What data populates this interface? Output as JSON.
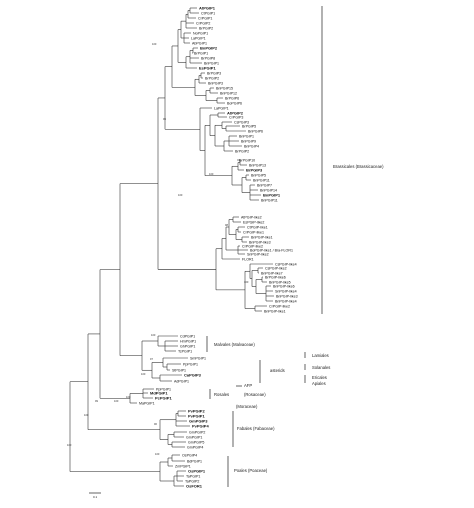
{
  "taxa": [
    {
      "name": "AtPGIP1",
      "bold": true
    },
    {
      "name": "CtPGIP1",
      "bold": false
    },
    {
      "name": "CrPGIP1",
      "bold": false
    },
    {
      "name": "CrPGIP2",
      "bold": false
    },
    {
      "name": "BrPGIP2",
      "bold": false
    },
    {
      "name": "NoPGIP1",
      "bold": false
    },
    {
      "name": "LaPGIP1",
      "bold": false
    },
    {
      "name": "AbPGIP1",
      "bold": false
    },
    {
      "name": "BnPGIP2",
      "bold": true
    },
    {
      "name": "BrPGIP1",
      "bold": false
    },
    {
      "name": "BrPGIP8",
      "bold": false
    },
    {
      "name": "BnPGIP1",
      "bold": false
    },
    {
      "name": "EsPGIP1",
      "bold": true
    },
    {
      "name": "BrPGIP3",
      "bold": false
    },
    {
      "name": "BrPGIP2",
      "bold": false
    },
    {
      "name": "BnPGIP3",
      "bold": false
    },
    {
      "name": "BnPGIP15",
      "bold": false
    },
    {
      "name": "BnPGIP12",
      "bold": false
    },
    {
      "name": "BrPGIP6",
      "bold": false
    },
    {
      "name": "BoPGIP6",
      "bold": false
    },
    {
      "name": "LaPGIP1",
      "bold": false
    },
    {
      "name": "AtPGIP2",
      "bold": true
    },
    {
      "name": "CrPGIP3",
      "bold": false
    },
    {
      "name": "CsPGIP3",
      "bold": false
    },
    {
      "name": "BrPGIP5",
      "bold": false
    },
    {
      "name": "BnPGIP6",
      "bold": false
    },
    {
      "name": "BnPGIP1",
      "bold": false
    },
    {
      "name": "BnPGIP9",
      "bold": false
    },
    {
      "name": "BnPGIP4",
      "bold": false
    },
    {
      "name": "BrPGIP2",
      "bold": false
    },
    {
      "name": "BrPGIP10",
      "bold": false
    },
    {
      "name": "BnPGIP13",
      "bold": false
    },
    {
      "name": "BrPGIP3",
      "bold": true
    },
    {
      "name": "BnPGIP5",
      "bold": false
    },
    {
      "name": "BnPGIP11",
      "bold": false
    },
    {
      "name": "BnPGIP7",
      "bold": false
    },
    {
      "name": "BnPGIP14",
      "bold": false
    },
    {
      "name": "BnPGIP1",
      "bold": true
    },
    {
      "name": "BnPGIP11",
      "bold": false
    },
    {
      "name": "AtPGIP-like2",
      "bold": false
    },
    {
      "name": "EsPGIP-like2",
      "bold": false
    },
    {
      "name": "CtPGIP-like1",
      "bold": false
    },
    {
      "name": "CrPGIP-like1",
      "bold": false
    },
    {
      "name": "BnPGIP-like1",
      "bold": false
    },
    {
      "name": "BnPGIP-like3",
      "bold": false
    },
    {
      "name": "CrPGIP-like2",
      "bold": false
    },
    {
      "name": "BoPGIP-like1 / Bra-FLOR1",
      "bold": false
    },
    {
      "name": "SnPGIP-like2",
      "bold": false
    },
    {
      "name": "FLOR1",
      "bold": false
    },
    {
      "name": "CsPGIP-like4",
      "bold": false
    },
    {
      "name": "CsPGIP-like2",
      "bold": false
    },
    {
      "name": "BnPGIP-like7",
      "bold": false
    },
    {
      "name": "BrPGIP-like6",
      "bold": false
    },
    {
      "name": "BnPGIP-like5",
      "bold": false
    },
    {
      "name": "BnPGIP-like6",
      "bold": false
    },
    {
      "name": "SnPGIP-like4",
      "bold": false
    },
    {
      "name": "BnPGIP-like3",
      "bold": false
    },
    {
      "name": "BnPGIP-like4",
      "bold": false
    },
    {
      "name": "CrPGIP-like2",
      "bold": false
    },
    {
      "name": "BnPGIP-like1",
      "bold": false
    },
    {
      "name": "CdPGIP1",
      "bold": false
    },
    {
      "name": "HmPGIP1",
      "bold": false
    },
    {
      "name": "GhPGIP1",
      "bold": false
    },
    {
      "name": "TcPGIP1",
      "bold": false
    },
    {
      "name": "SmPGIP1",
      "bold": false
    },
    {
      "name": "PpPGIP1",
      "bold": false
    },
    {
      "name": "StPGIP1",
      "bold": false
    },
    {
      "name": "CaPGIP3",
      "bold": true
    },
    {
      "name": "AdPGIP1",
      "bold": false
    },
    {
      "name": "PpPGIP1",
      "bold": false
    },
    {
      "name": "MdPGIP1",
      "bold": true
    },
    {
      "name": "PcPGIP1",
      "bold": true
    },
    {
      "name": "MaPGIP1",
      "bold": false
    },
    {
      "name": "PvPGIP2",
      "bold": true
    },
    {
      "name": "PvPGIP1",
      "bold": true
    },
    {
      "name": "GmPGIP3",
      "bold": true
    },
    {
      "name": "PvPGIP4",
      "bold": true
    },
    {
      "name": "GmPGIP2",
      "bold": false
    },
    {
      "name": "GmPGIP1",
      "bold": false
    },
    {
      "name": "GmPGIP5",
      "bold": false
    },
    {
      "name": "GmPGIP4",
      "bold": false
    },
    {
      "name": "OsPGIP4",
      "bold": false
    },
    {
      "name": "BdPGIP1",
      "bold": false
    },
    {
      "name": "ZmPGIP1",
      "bold": false
    },
    {
      "name": "OsPGIP1",
      "bold": true
    },
    {
      "name": "TaPGIP1",
      "bold": false
    },
    {
      "name": "TaPGIP2",
      "bold": false
    },
    {
      "name": "OsFOR1",
      "bold": true
    }
  ],
  "clades": [
    {
      "label": "Brassicales (Brassicaceae)"
    },
    {
      "label": "Malvales (Malvaceae)"
    },
    {
      "label": "asterids"
    },
    {
      "label": "Lamiales"
    },
    {
      "label": "Solanales"
    },
    {
      "label": "Ericales"
    },
    {
      "label": "Apiales"
    },
    {
      "label": "AFP"
    },
    {
      "label": "Rosales"
    },
    {
      "label": "(Rosaceae)"
    },
    {
      "label": "(Moraceae)"
    },
    {
      "label": "Fabales (Fabaceae)"
    },
    {
      "label": "Poales (Poaceae)"
    }
  ],
  "bootstrap": [
    "100",
    "99",
    "100",
    "98",
    "100",
    "100",
    "97",
    "100",
    "100",
    "100",
    "99",
    "100",
    "96",
    "100",
    "100",
    "100"
  ],
  "scale": {
    "label": "0.1"
  }
}
